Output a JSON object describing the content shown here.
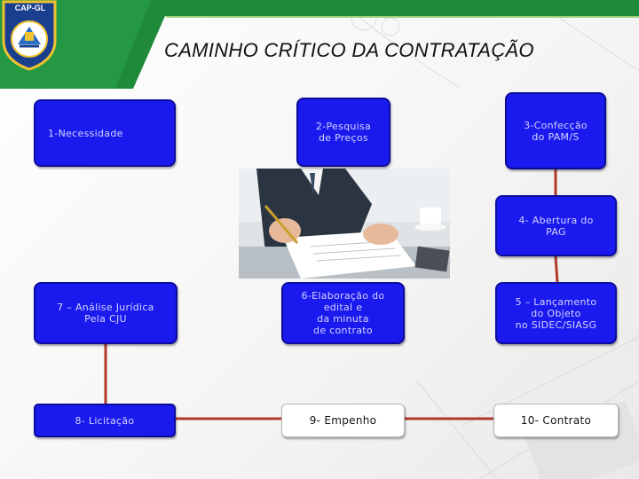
{
  "header": {
    "title": "CAMINHO CRÍTICO DA CONTRATAÇÃO",
    "logo_text": "CAP-GL"
  },
  "flow_steps": [
    {
      "id": "step-1",
      "label": "1-Necessidade"
    },
    {
      "id": "step-2",
      "label": "2-Pesquisa\nde Preços"
    },
    {
      "id": "step-3",
      "label": "3-Confecção\ndo PAM/S"
    },
    {
      "id": "step-4",
      "label": "4- Abertura do\nPAG"
    },
    {
      "id": "step-5",
      "label": "5 – Lançamento\ndo Objeto\nno SIDEC/SIASG"
    },
    {
      "id": "step-6",
      "label": "6-Elaboração do\nedital e\nda minuta\nde contrato"
    },
    {
      "id": "step-7",
      "label": "7 – Análise  Jurídica\nPela CJU"
    },
    {
      "id": "step-8",
      "label": "8- Licitação"
    },
    {
      "id": "step-9",
      "label": "9- Empenho"
    },
    {
      "id": "step-10",
      "label": "10- Contrato"
    }
  ],
  "colors": {
    "box_fill": "#1a1aef",
    "box_text": "#d2d2ff",
    "connector": "#b0392a",
    "header_green": "#1f8a3a"
  }
}
